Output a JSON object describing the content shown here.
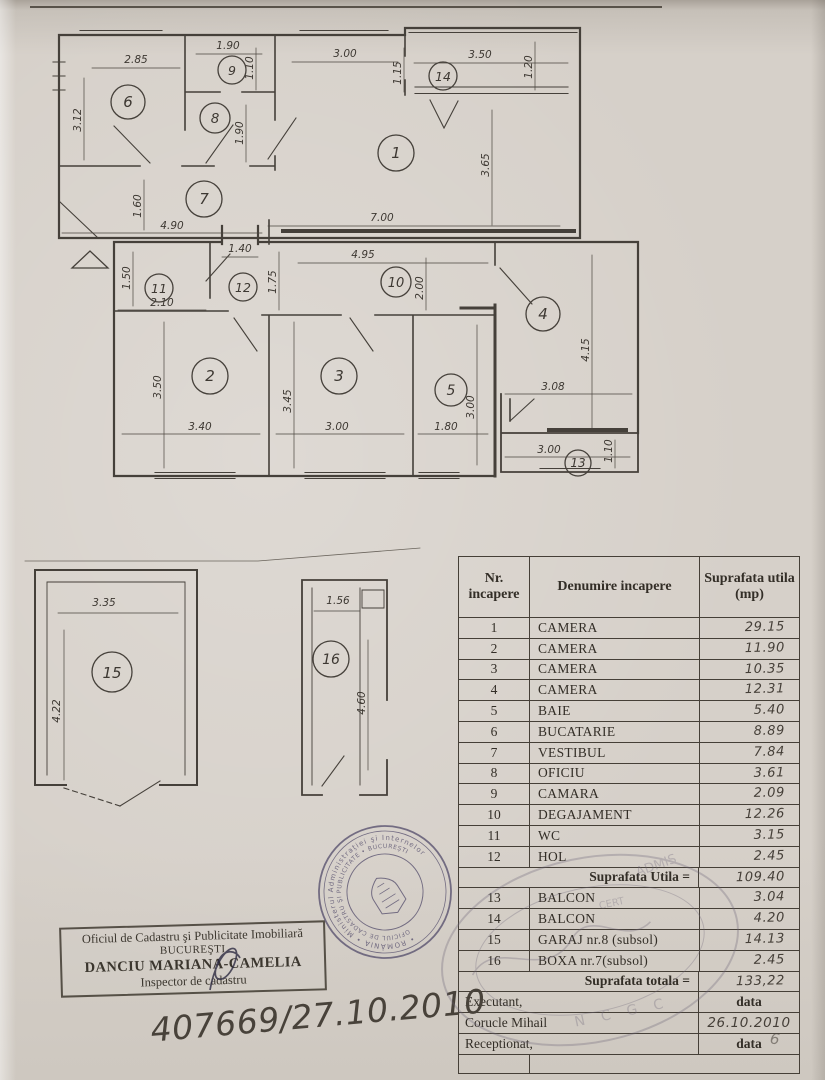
{
  "plan": {
    "dims": [
      {
        "t": "2.85"
      },
      {
        "t": "1.90"
      },
      {
        "t": "1.10"
      },
      {
        "t": "3.00"
      },
      {
        "t": "1.15"
      },
      {
        "t": "3.50"
      },
      {
        "t": "1.20"
      },
      {
        "t": "3.12"
      },
      {
        "t": "1.90"
      },
      {
        "t": "3.65"
      },
      {
        "t": "1.60"
      },
      {
        "t": "4.90"
      },
      {
        "t": "7.00"
      },
      {
        "t": "1.40"
      },
      {
        "t": "4.95"
      },
      {
        "t": "1.50"
      },
      {
        "t": "2.10"
      },
      {
        "t": "1.75"
      },
      {
        "t": "2.00"
      },
      {
        "t": "3.50"
      },
      {
        "t": "3.40"
      },
      {
        "t": "3.45"
      },
      {
        "t": "3.00"
      },
      {
        "t": "3.00"
      },
      {
        "t": "1.80"
      },
      {
        "t": "4.15"
      },
      {
        "t": "3.08"
      },
      {
        "t": "3.00"
      },
      {
        "t": "1.10"
      },
      {
        "t": "3.35"
      },
      {
        "t": "4.22"
      },
      {
        "t": "1.56"
      },
      {
        "t": "4.60"
      }
    ],
    "rooms": [
      {
        "n": "6"
      },
      {
        "n": "9"
      },
      {
        "n": "8"
      },
      {
        "n": "7"
      },
      {
        "n": "1"
      },
      {
        "n": "14"
      },
      {
        "n": "11"
      },
      {
        "n": "12"
      },
      {
        "n": "10"
      },
      {
        "n": "2"
      },
      {
        "n": "3"
      },
      {
        "n": "5"
      },
      {
        "n": "4"
      },
      {
        "n": "13"
      },
      {
        "n": "15"
      },
      {
        "n": "16"
      }
    ]
  },
  "table": {
    "header": {
      "col1": "Nr. incapere",
      "col2": "Denumire incapere",
      "col3": "Suprafata utila (mp)"
    },
    "rows": [
      {
        "nr": "1",
        "name": "CAMERA",
        "val": "29.15"
      },
      {
        "nr": "2",
        "name": "CAMERA",
        "val": "11.90"
      },
      {
        "nr": "3",
        "name": "CAMERA",
        "val": "10.35"
      },
      {
        "nr": "4",
        "name": "CAMERA",
        "val": "12.31"
      },
      {
        "nr": "5",
        "name": "BAIE",
        "val": "5.40"
      },
      {
        "nr": "6",
        "name": "BUCATARIE",
        "val": "8.89"
      },
      {
        "nr": "7",
        "name": "VESTIBUL",
        "val": "7.84"
      },
      {
        "nr": "8",
        "name": "OFICIU",
        "val": "3.61"
      },
      {
        "nr": "9",
        "name": "CAMARA",
        "val": "2.09"
      },
      {
        "nr": "10",
        "name": "DEGAJAMENT",
        "val": "12.26"
      },
      {
        "nr": "11",
        "name": "WC",
        "val": "3.15"
      },
      {
        "nr": "12",
        "name": "HOL",
        "val": "2.45"
      },
      {
        "nr": "13",
        "name": "BALCON",
        "val": "3.04"
      },
      {
        "nr": "14",
        "name": "BALCON",
        "val": "4.20"
      },
      {
        "nr": "15",
        "name": "GARAJ nr.8 (subsol)",
        "val": "14.13"
      },
      {
        "nr": "16",
        "name": "BOXA nr.7(subsol)",
        "val": "2.45"
      }
    ],
    "subtotal": {
      "label": "Suprafata Utila =",
      "val": "109.40"
    },
    "total": {
      "label": "Suprafata totala =",
      "val": "133,22"
    },
    "footer": [
      {
        "label": "Executant,",
        "val": "data"
      },
      {
        "label": "Corucle Mihail",
        "val": "26.10.2010"
      },
      {
        "label": "Receptionat,",
        "val": "data"
      }
    ]
  },
  "stamps": {
    "office_box": {
      "line1": "Oficiul de Cadastru şi Publicitate Imobiliară",
      "line2": "BUCUREŞTI",
      "line3": "DANCIU MARIANA-CAMELIA",
      "line4": "Inspector de cadastru"
    },
    "round": {
      "outer_text": "• ROMÂNIA •  Ministerul Administraţiei şi Internelor",
      "inner_text": "OFICIUL DE CADASTRU ŞI PUBLICITATE • BUCUREŞTI"
    },
    "faint": {
      "t1": "ADMIS",
      "t2": "CERT",
      "t3": "N C G C"
    }
  },
  "hand": {
    "file_no": "407669/27.10.2010",
    "corner": "6"
  }
}
